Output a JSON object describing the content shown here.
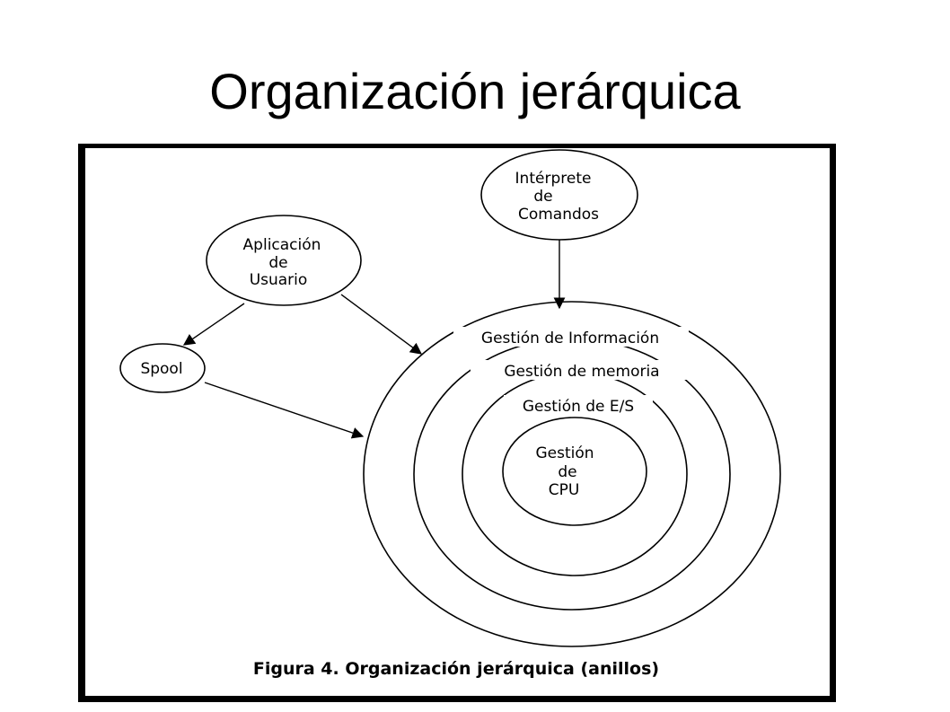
{
  "slide": {
    "title": "Organización jerárquica"
  },
  "nodes": {
    "interprete": [
      "Intérprete",
      "de",
      "Comandos"
    ],
    "aplicacion": [
      "Aplicación",
      "de",
      "Usuario"
    ],
    "spool": [
      "Spool"
    ],
    "cpu": [
      "Gestión",
      "de",
      "CPU"
    ]
  },
  "rings": {
    "informacion": "Gestión de Información",
    "memoria": "Gestión de memoria",
    "es": "Gestión de E/S"
  },
  "caption": "Figura 4. Organización jerárquica (anillos)",
  "colors": {
    "background": "#ffffff",
    "ink": "#000000"
  }
}
